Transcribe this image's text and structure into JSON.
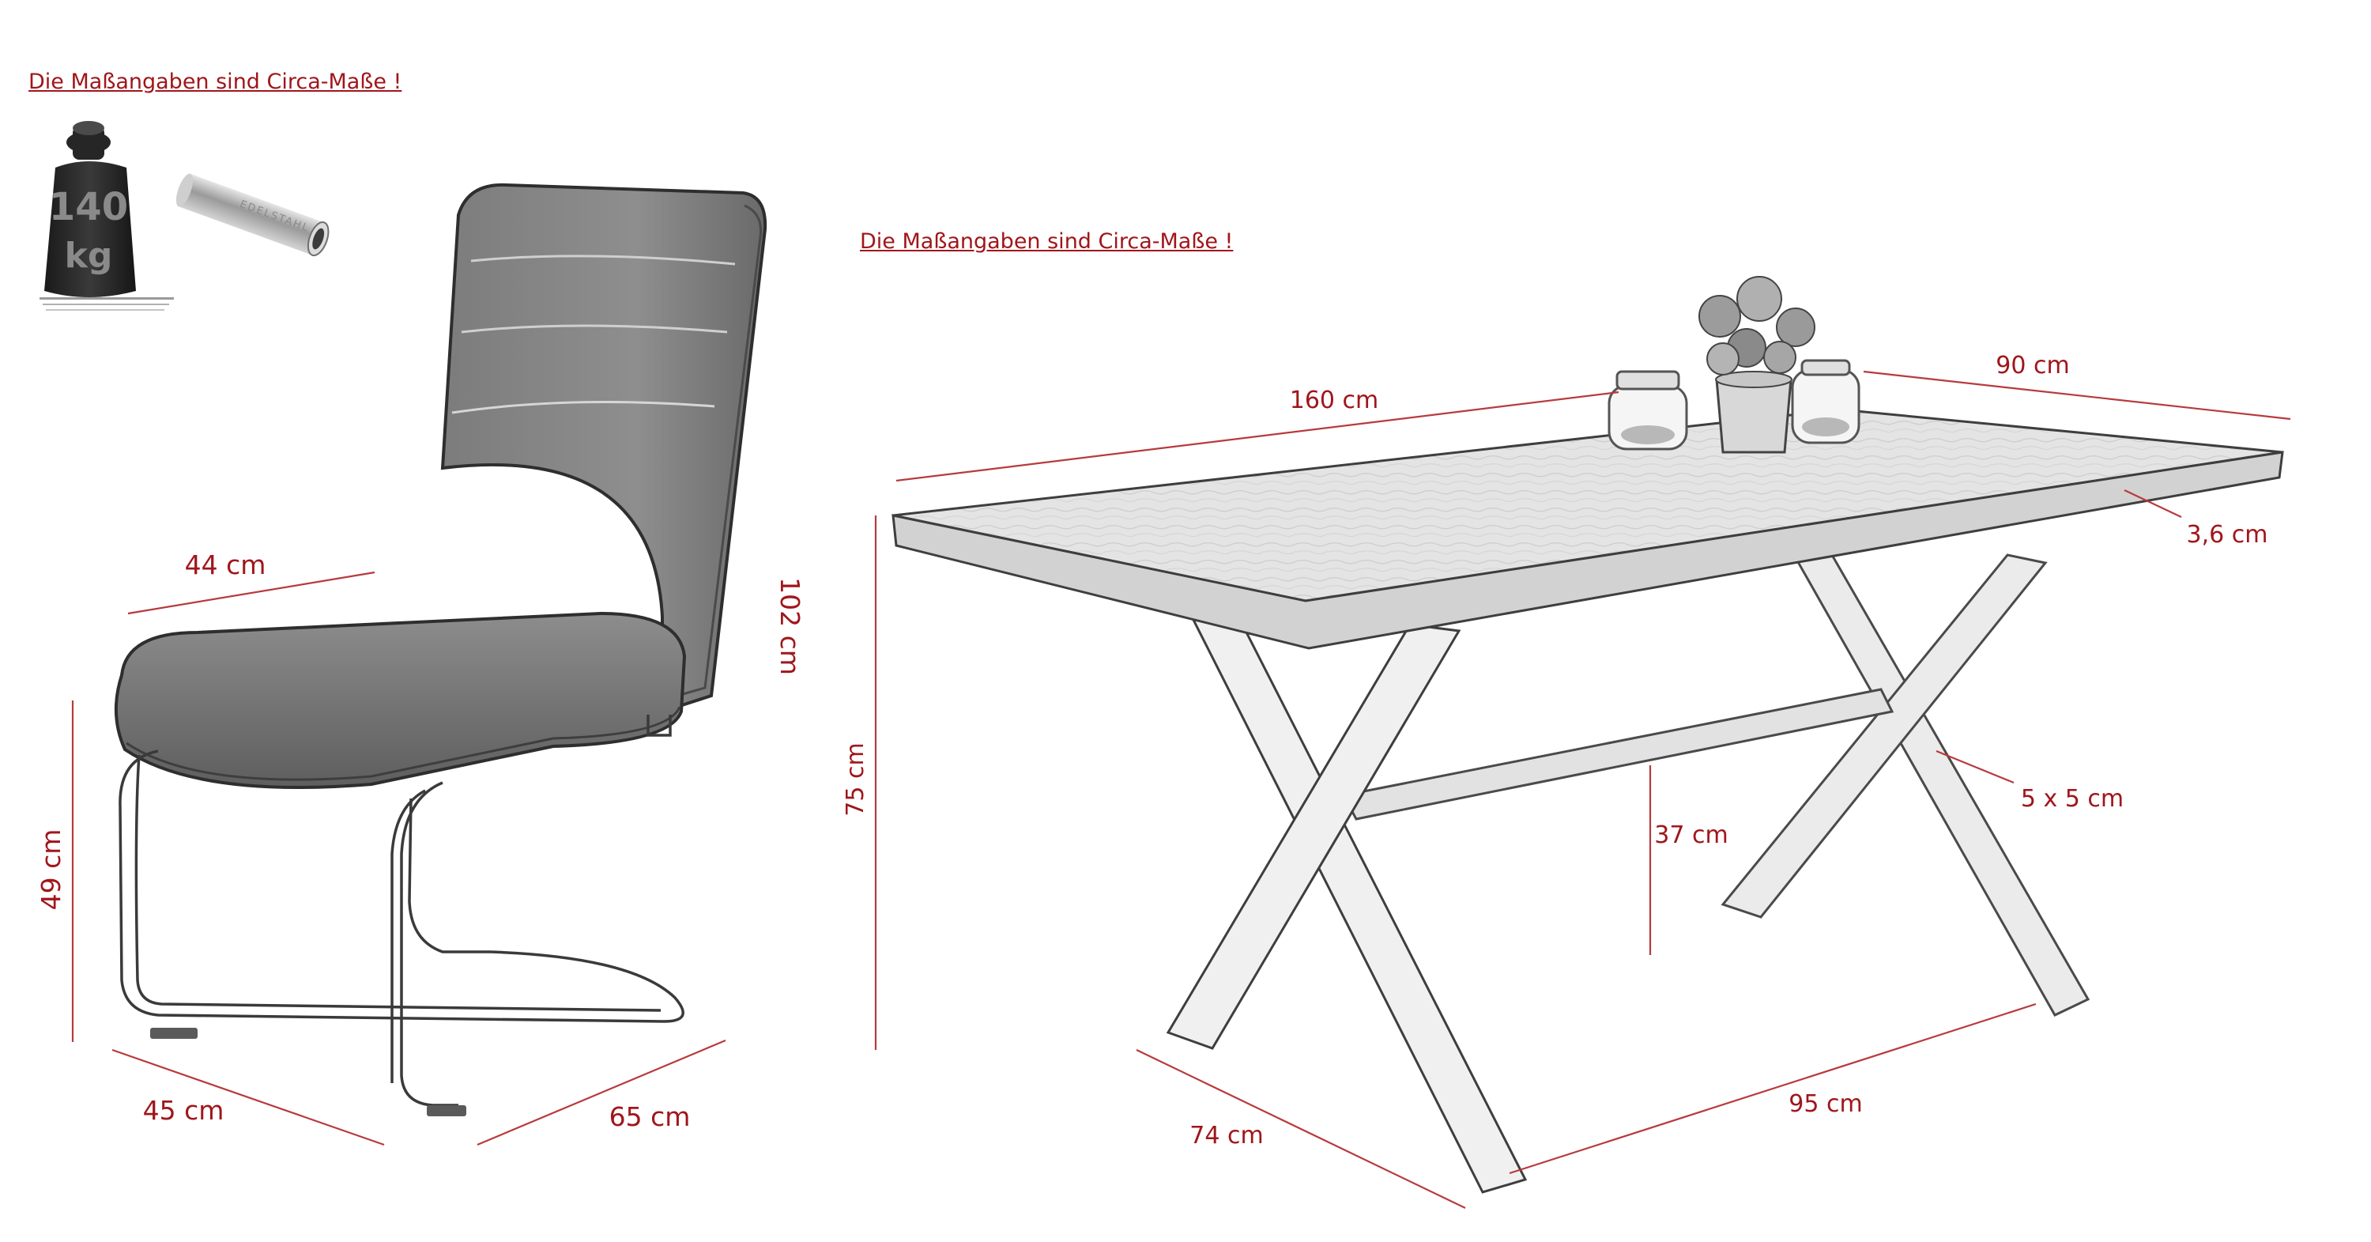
{
  "notes": {
    "chair_note": "Die Maßangaben sind Circa-Maße !",
    "table_note": "Die Maßangaben sind Circa-Maße !"
  },
  "badge": {
    "weight_number": "140",
    "weight_unit": "kg",
    "tube_label": "EDELSTAHL"
  },
  "chair_dimensions": {
    "seat_width": "44 cm",
    "total_height": "102 cm",
    "seat_height": "49 cm",
    "base_width": "45 cm",
    "depth": "65 cm"
  },
  "table_dimensions": {
    "length": "160 cm",
    "width": "90 cm",
    "top_thickness": "3,6 cm",
    "height": "75 cm",
    "crossbar_height": "37 cm",
    "leg_section": "5 x 5 cm",
    "leg_depth": "74 cm",
    "leg_span": "95 cm"
  },
  "colors": {
    "dimension_text": "#a0161b",
    "dimension_line": "#b83a3d",
    "sketch_line": "#3a3a3a"
  }
}
